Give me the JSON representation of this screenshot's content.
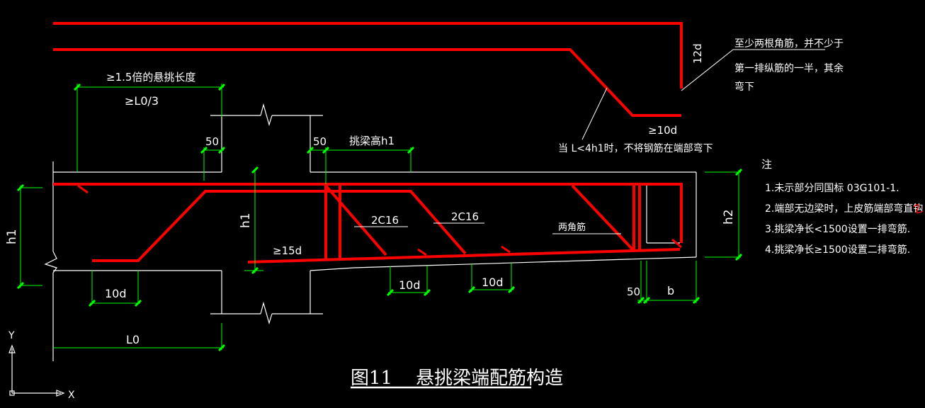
{
  "drawing": {
    "title": "图11    悬挑梁端配筋构造",
    "labels": {
      "ratio_15": "≥1.5倍的悬挑长度",
      "l0_third": "≥L0/3",
      "dim_50_a": "50",
      "dim_50_b": "50",
      "cantilever_height": "挑梁高h1",
      "h1_left": "h1",
      "h1_mid": "h1",
      "h2": "h2",
      "ge15d": "≥15d",
      "c16_a": "2C16",
      "c16_b": "2C16",
      "two_corner_bars": "两角筋",
      "d10_a": "10d",
      "d10_b": "10d",
      "d10_c": "10d",
      "d10_top": "≥10d",
      "d12": "12d",
      "dim_50_c": "50",
      "b": "b",
      "L0": "L0",
      "when_L": "当 L<4h1时，不将钢筋在端部弯下",
      "corner_note_1": "至少两根角筋，并不少于",
      "corner_note_2": "第一排纵筋的一半，其余",
      "corner_note_3": "弯下"
    },
    "notes": {
      "heading": "注",
      "items": [
        "1.未示部分同国标 03G101-1.",
        "2.端部无边梁时，上皮筋端部弯直钩",
        "3.挑梁净长<1500设置一排弯筋.",
        "4.挑梁净长≥1500设置二排弯筋."
      ]
    },
    "ucs": {
      "x": "X",
      "y": "Y"
    },
    "colors": {
      "background": "#000000",
      "rebar": "#ff0000",
      "dimension": "#00ff00",
      "outline": "#ffffff",
      "text": "#ffffff"
    }
  }
}
